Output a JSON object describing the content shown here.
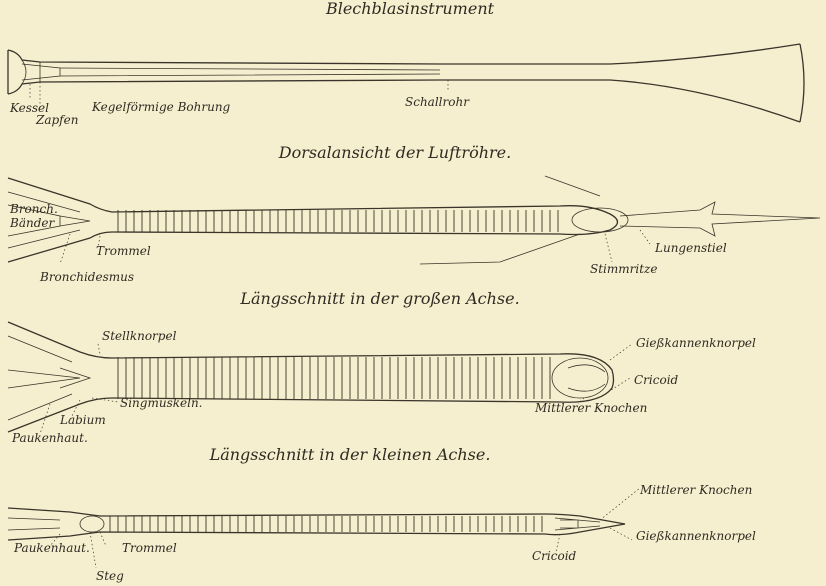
{
  "titles": {
    "t1": "Blechblasinstrument",
    "t2": "Dorsalansicht der Luftröhre.",
    "t3": "Längsschnitt in der großen Achse.",
    "t4": "Längsschnitt in der kleinen Achse."
  },
  "labels": {
    "kessel": "Kessel",
    "zapfen": "Zapfen",
    "kegel": "Kegelförmige Bohrung",
    "schallrohr": "Schallrohr",
    "bronch": "Bronch.",
    "baender": "Bänder",
    "trommel1": "Trommel",
    "bronchidesmus": "Bronchidesmus",
    "lungenstiel": "Lungenstiel",
    "stimmritze": "Stimmritze",
    "stellknorpel": "Stellknorpel",
    "singmuskeln": "Singmuskeln.",
    "labium": "Labium",
    "paukenhaut1": "Paukenhaut.",
    "giess1": "Gießkannenknorpel",
    "cricoid1": "Cricoid",
    "mittlerer1": "Mittlerer Knochen",
    "paukenhaut2": "Paukenhaut.",
    "trommel2": "Trommel",
    "steg": "Steg",
    "cricoid2": "Cricoid",
    "mittlerer2": "Mittlerer Knochen",
    "giess2": "Gießkannenknorpel"
  }
}
